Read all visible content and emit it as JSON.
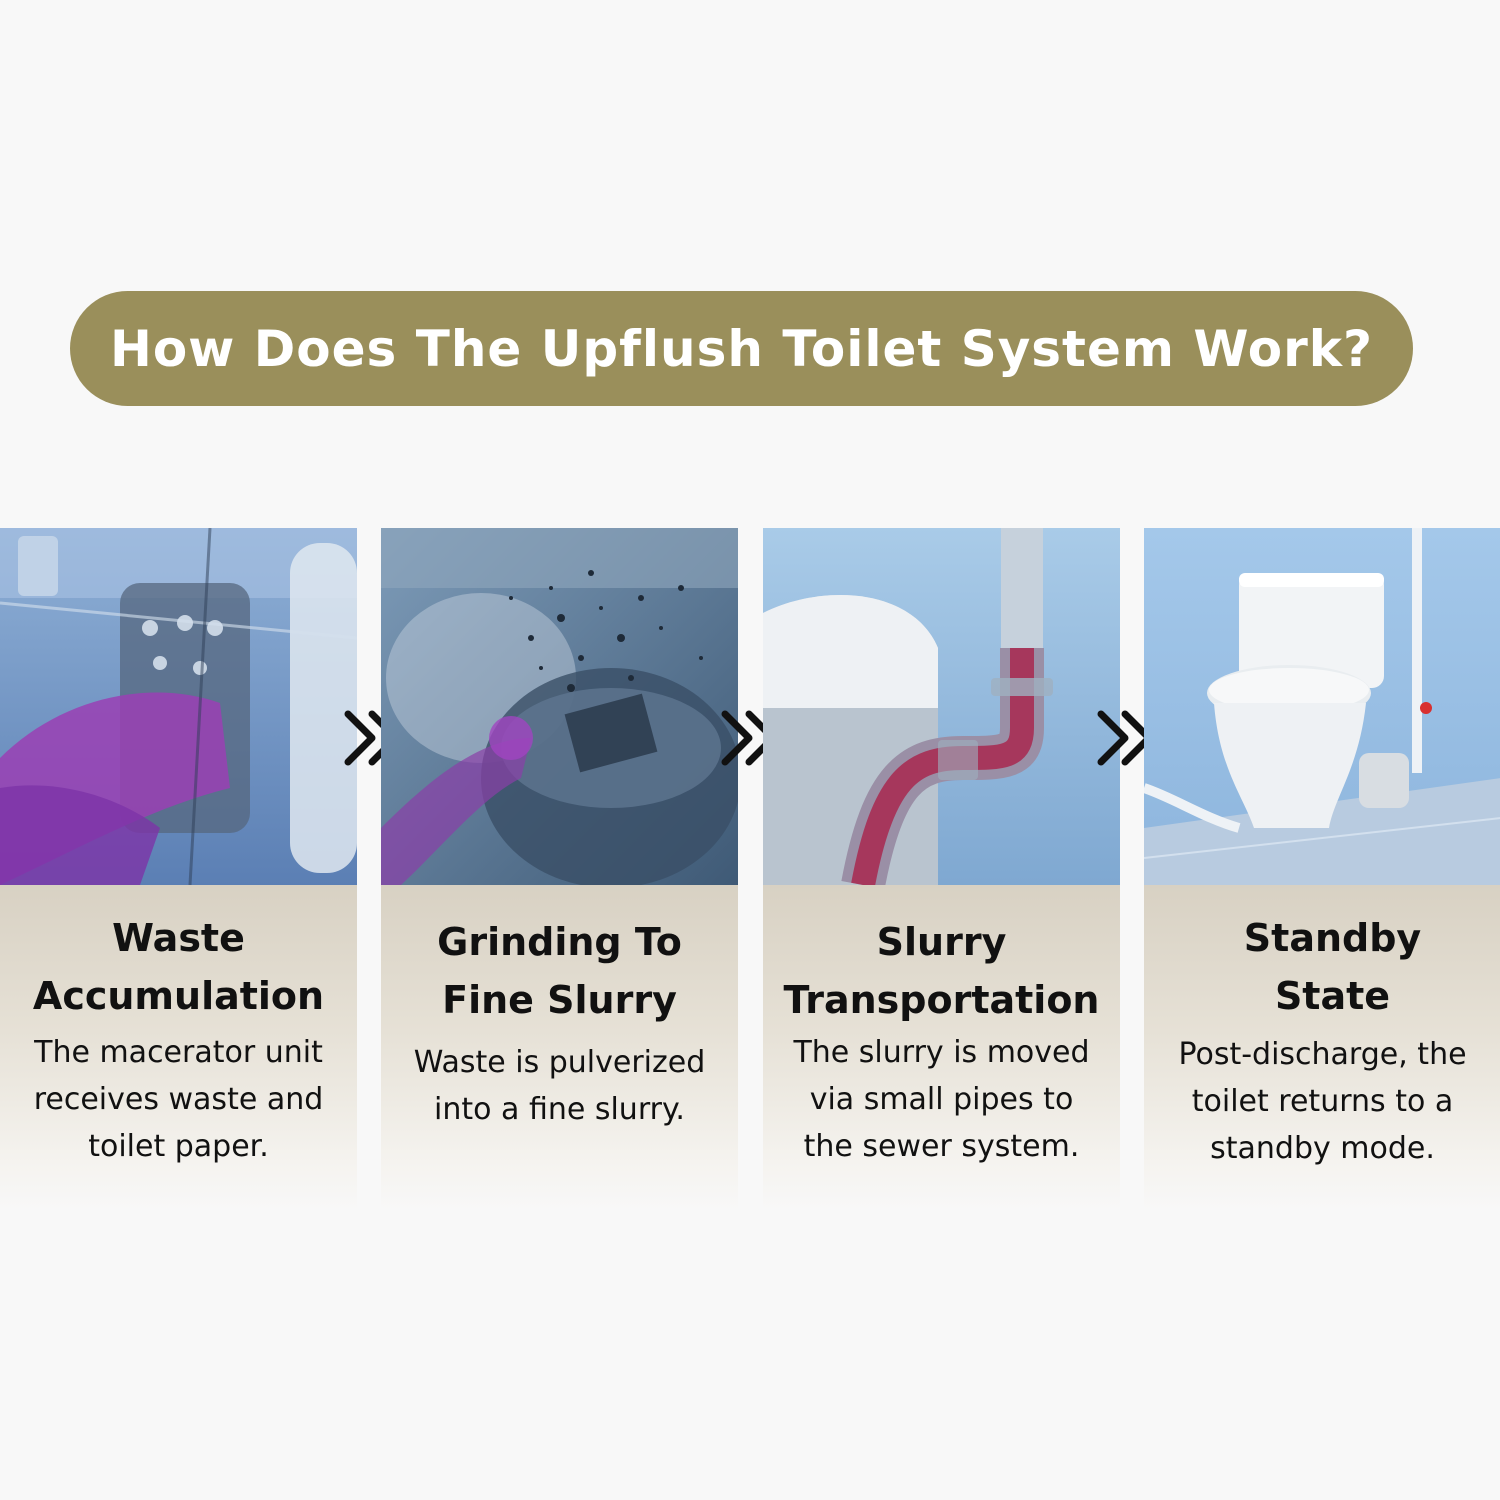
{
  "title": "How Does The Upflush Toilet System Work?",
  "colors": {
    "title_pill": "#9a8f5b",
    "caption_band": "#d8d1c3",
    "page_background": "#f8f8f8",
    "arrow": "#111111"
  },
  "arrow_icon": "double-chevron-right",
  "steps": [
    {
      "title_line1": "Waste",
      "title_line2": "Accumulation",
      "desc_line1": "The macerator unit",
      "desc_line2": "receives waste and",
      "desc_line3": "toilet paper."
    },
    {
      "title_line1": "Grinding To",
      "title_line2": "Fine Slurry",
      "desc_line1": "Waste is pulverized",
      "desc_line2": "into a fine slurry.",
      "desc_line3": ""
    },
    {
      "title_line1": "Slurry",
      "title_line2": "Transportation",
      "desc_line1": "The slurry is moved",
      "desc_line2": "via small pipes to",
      "desc_line3": "the sewer system."
    },
    {
      "title_line1": "Standby",
      "title_line2": "State",
      "desc_line1": "Post-discharge, the",
      "desc_line2": "toilet returns to a",
      "desc_line3": "standby mode."
    }
  ]
}
